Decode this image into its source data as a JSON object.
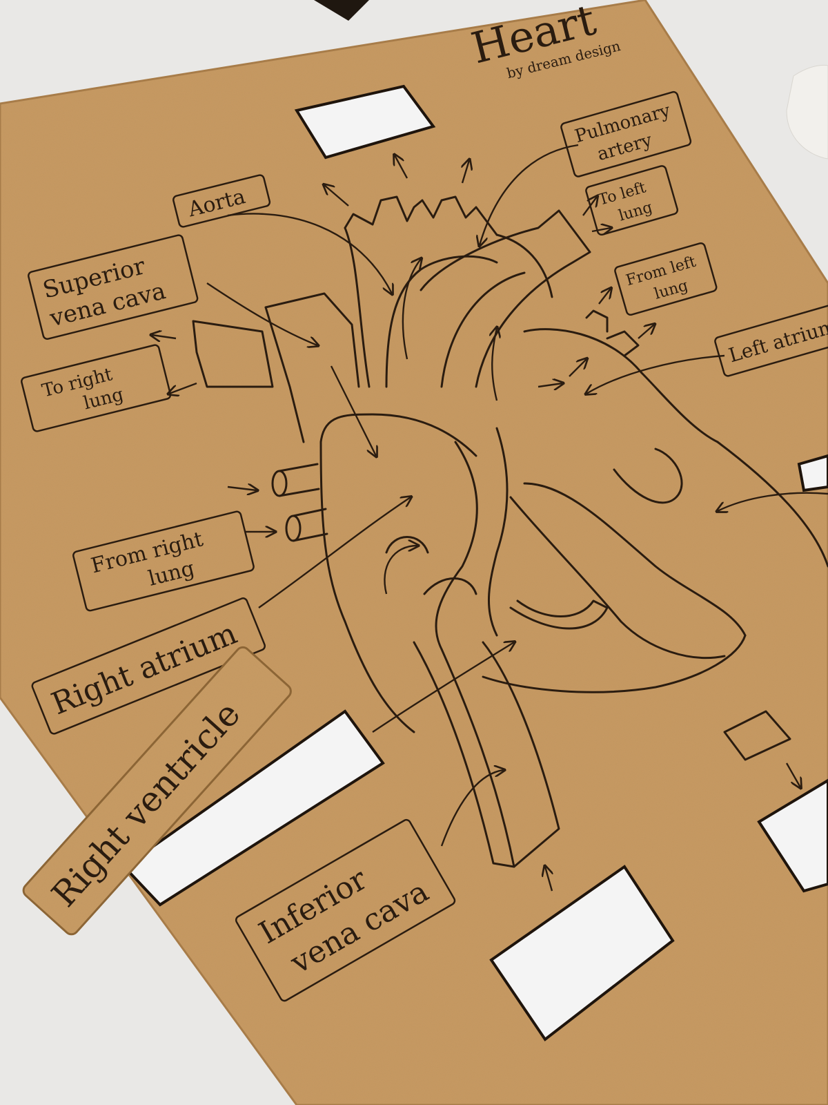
{
  "board": {
    "title": "Heart",
    "byline": "by dream design"
  },
  "labels": {
    "aorta": "Aorta",
    "svc_line1": "Superior",
    "svc_line2": "vena cava",
    "to_right_lung_line1": "To right",
    "to_right_lung_line2": "lung",
    "from_right_lung_line1": "From right",
    "from_right_lung_line2": "lung",
    "right_atrium": "Right atrium",
    "right_ventricle": "Right ventricle",
    "ivc_line1": "Inferior",
    "ivc_line2": "vena cava",
    "pulmonary_artery_line1": "Pulmonary",
    "pulmonary_artery_line2": "artery",
    "to_left_lung_line1": "To left",
    "to_left_lung_line2": "lung",
    "from_left_lung_line1": "From left",
    "from_left_lung_line2": "lung",
    "left_atrium": "Left atrium"
  },
  "colors": {
    "background": "#e9e8e6",
    "board": "#c89a62",
    "board_edge": "#a87c48",
    "engraving": "#2a1c10",
    "cutout": "#f4f4f4"
  }
}
